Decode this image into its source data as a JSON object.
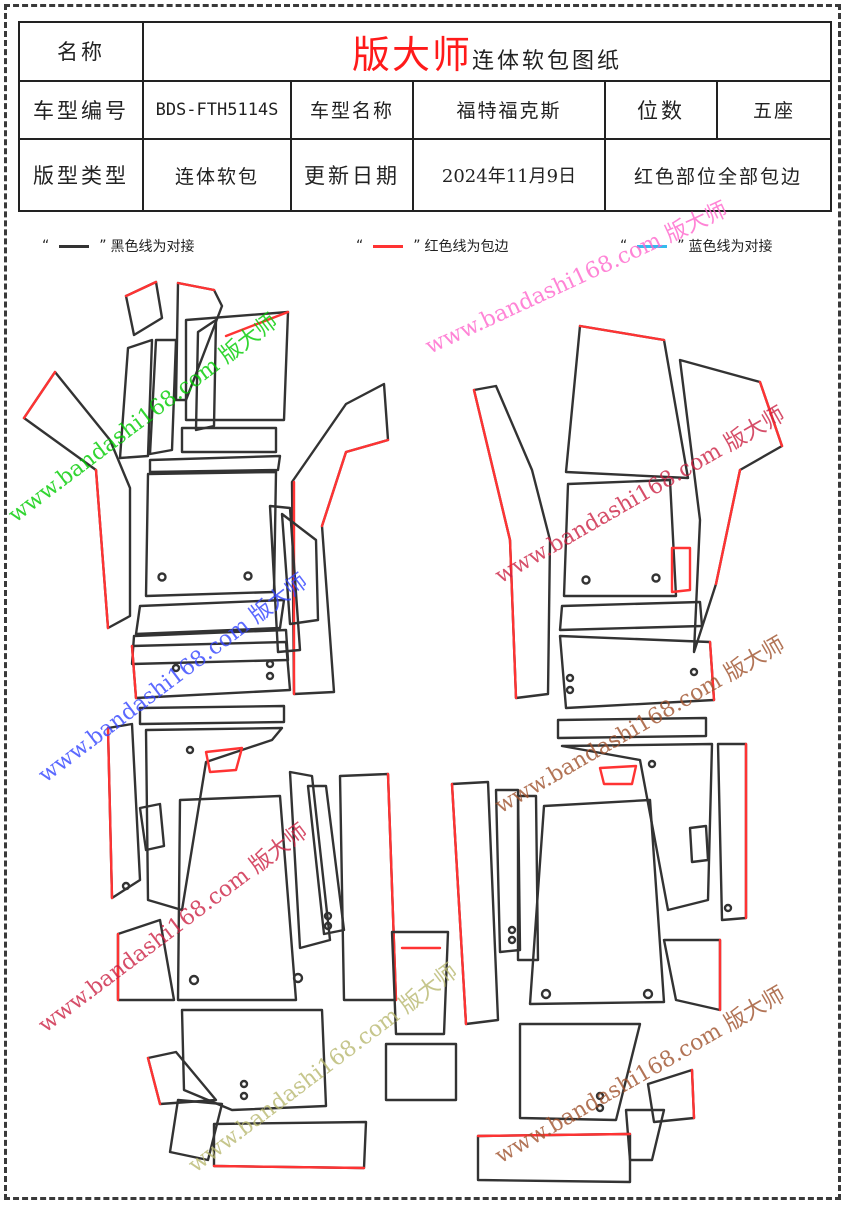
{
  "info_table": {
    "name_label": "名称",
    "brand": "版大师",
    "title_suffix": "连体软包图纸",
    "model_code_label": "车型编号",
    "model_code": "BDS-FTH5114S",
    "model_name_label": "车型名称",
    "model_name": "福特福克斯",
    "seats_label": "位数",
    "seats": "五座",
    "type_label": "版型类型",
    "type_value": "连体软包",
    "update_label": "更新日期",
    "update_date": "2024年11月9日",
    "note": "红色部位全部包边"
  },
  "legend": [
    {
      "color": "#333333",
      "text": "黑色线为对接"
    },
    {
      "color": "#ff3333",
      "text": "红色线为包边"
    },
    {
      "color": "#33bbee",
      "text": "蓝色线为对接"
    }
  ],
  "watermark": {
    "text": "www.bandashi168.com 版大师",
    "colors": [
      "#00cc00",
      "#8a2be2",
      "#3344ff",
      "#cc2244",
      "#ff66cc",
      "#a0522d",
      "#b8b870"
    ]
  },
  "line_colors": {
    "join": "#333333",
    "edge": "#ff3333"
  }
}
